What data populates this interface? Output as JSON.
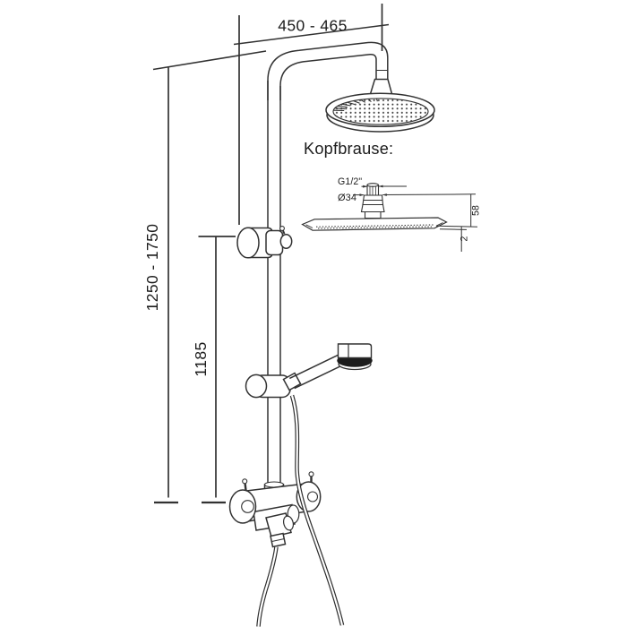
{
  "diagram": {
    "detail_title": "Kopfbrause:",
    "dims": {
      "arm_projection": "450 - 465",
      "riser_height_range": "1250 - 1750",
      "bracket_height": "1185",
      "thread_size": "G1/2\"",
      "connector_diameter": "Ø34",
      "head_height": "58",
      "rim_thickness": "2"
    },
    "colors": {
      "background": "#ffffff",
      "line": "#333333",
      "text": "#1c1c1c",
      "dark_fill": "#1f1f1f"
    }
  }
}
